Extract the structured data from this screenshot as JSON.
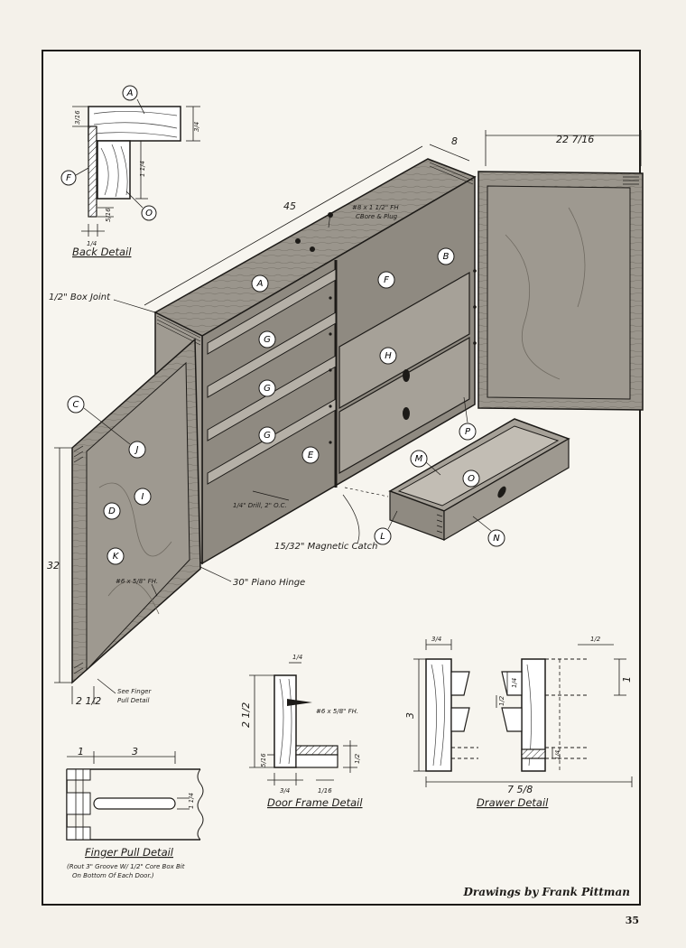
{
  "dimensions": {
    "width_overall": "45",
    "depth": "8",
    "door_width": "22 7/16",
    "height": "32",
    "door_offset": "2 1/2",
    "back_top": "3/16",
    "back_side": "3/4",
    "back_rabbet": "1 1/4",
    "back_small": "5/16",
    "back_bottom": "1/4",
    "door_frame_top": "1/4",
    "door_frame_height": "2 1/2",
    "door_frame_bottom_left": "5/16",
    "door_frame_width": "3/4",
    "door_frame_bottom": "1/16",
    "door_frame_panel": "1/2",
    "drawer_left_top": "3/4",
    "drawer_right_top": "1/2",
    "drawer_side": "1",
    "drawer_pin": "1/4",
    "drawer_mid": "1/2",
    "drawer_height": "3",
    "drawer_bottom": "1/4",
    "drawer_length": "7 5/8",
    "finger_left": "1",
    "finger_length": "3",
    "finger_right": "1 1/4"
  },
  "callouts": {
    "screw_top": "#8 x 1 1/2\" FH",
    "screw_top_sub": "CBore & Plug",
    "box_joint": "1/2\" Box Joint",
    "drill": "1/4\" Drill, 2\" O.C.",
    "magnetic_catch": "15/32\" Magnetic Catch",
    "piano_hinge": "30\" Piano Hinge",
    "door_screw": "#6 x 5/8\" FH.",
    "frame_screw": "#6 x 5/8\" FH.",
    "see_finger_1": "See Finger",
    "see_finger_2": "Pull Detail"
  },
  "titles": {
    "back_detail": "Back Detail",
    "door_frame_detail": "Door Frame Detail",
    "drawer_detail": "Drawer Detail",
    "finger_pull_detail": "Finger Pull Detail",
    "finger_note_1": "(Rout 3\" Groove W/ 1/2\" Core Box Bit",
    "finger_note_2": "On Bottom Of Each Door.)"
  },
  "part_letters": [
    "A",
    "B",
    "C",
    "D",
    "E",
    "F",
    "G",
    "H",
    "I",
    "J",
    "K",
    "L",
    "M",
    "N",
    "O",
    "P"
  ],
  "credit": "Drawings by Frank Pittman",
  "page_number": "35"
}
